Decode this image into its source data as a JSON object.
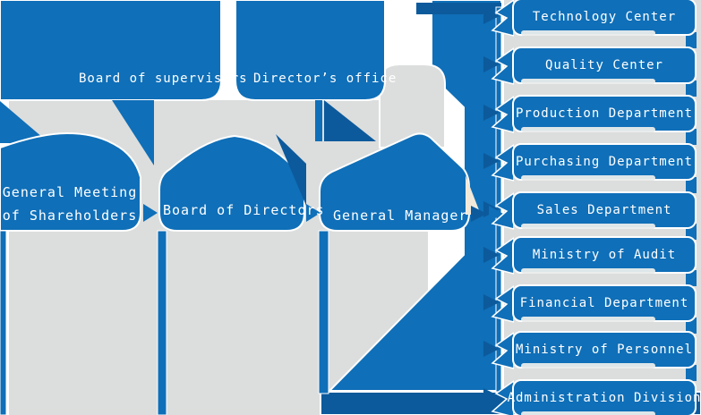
{
  "colors": {
    "primary_blue": "#0f6fb8",
    "dark_blue": "#0c5a9c",
    "light_gray": "#dcdedd",
    "cream": "#f2e9da",
    "text_white": "#ffffff"
  },
  "boxes": {
    "board_of_supervisors": "Board of supervisors",
    "directors_office": "Director’s office",
    "general_meeting_line1": "General Meeting",
    "general_meeting_line2": "of Shareholders",
    "board_of_directors": "Board of Directors",
    "general_manager": "General Manager"
  },
  "departments": [
    "Technology Center",
    "Quality Center",
    "Production Department",
    "Purchasing Department",
    "Sales Department",
    "Ministry of Audit",
    "Financial Department",
    "Ministry of Personnel",
    "Administration Division"
  ]
}
